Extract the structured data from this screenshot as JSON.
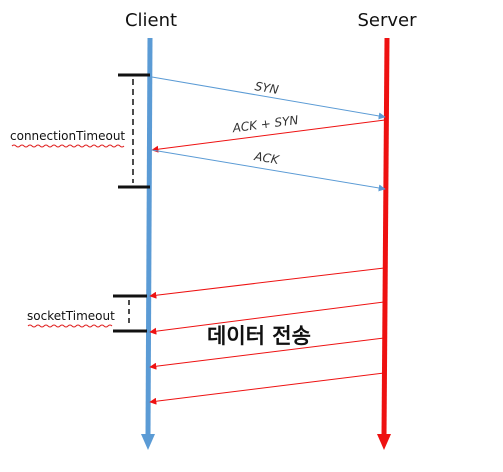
{
  "diagram": {
    "participants": {
      "client": {
        "label": "Client",
        "color": "#5b9bd5"
      },
      "server": {
        "label": "Server",
        "color": "#ee1111"
      }
    },
    "handshake": [
      {
        "label": "SYN",
        "from": "client",
        "to": "server",
        "color": "#5b9bd5"
      },
      {
        "label": "ACK + SYN",
        "from": "server",
        "to": "client",
        "color": "#ee1111"
      },
      {
        "label": "ACK",
        "from": "client",
        "to": "server",
        "color": "#5b9bd5"
      }
    ],
    "timeouts": {
      "connection": {
        "label": "connectionTimeout"
      },
      "socket": {
        "label": "socketTimeout"
      }
    },
    "data_transfer": {
      "label": "데이터 전송",
      "message_count": 4,
      "color": "#ee1111"
    }
  }
}
